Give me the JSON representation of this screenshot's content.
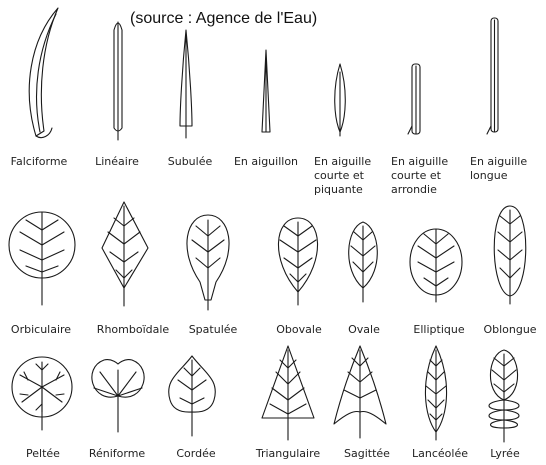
{
  "source_note": "(source : Agence de l'Eau)",
  "leaves": [
    {
      "id": "falciforme",
      "label": [
        "Falciforme"
      ]
    },
    {
      "id": "lineaire",
      "label": [
        "Linéaire"
      ]
    },
    {
      "id": "subulee",
      "label": [
        "Subulée"
      ]
    },
    {
      "id": "en-aiguillon",
      "label": [
        "En aiguillon"
      ]
    },
    {
      "id": "aiguille-courte-piquante",
      "label": [
        "En aiguille",
        "courte et",
        "piquante"
      ]
    },
    {
      "id": "aiguille-courte-arrondie",
      "label": [
        "En aiguille",
        "courte et",
        "arrondie"
      ]
    },
    {
      "id": "aiguille-longue",
      "label": [
        "En aiguille",
        "longue"
      ]
    },
    {
      "id": "orbiculaire",
      "label": [
        "Orbiculaire"
      ]
    },
    {
      "id": "rhomboidale",
      "label": [
        "Rhomboïdale"
      ]
    },
    {
      "id": "spatulee",
      "label": [
        "Spatulée"
      ]
    },
    {
      "id": "obovale",
      "label": [
        "Obovale"
      ]
    },
    {
      "id": "ovale",
      "label": [
        "Ovale"
      ]
    },
    {
      "id": "elliptique",
      "label": [
        "Elliptique"
      ]
    },
    {
      "id": "oblongue",
      "label": [
        "Oblongue"
      ]
    },
    {
      "id": "peltee",
      "label": [
        "Peltée"
      ]
    },
    {
      "id": "reniforme",
      "label": [
        "Réniforme"
      ]
    },
    {
      "id": "cordee",
      "label": [
        "Cordée"
      ]
    },
    {
      "id": "triangulaire",
      "label": [
        "Triangulaire"
      ]
    },
    {
      "id": "sagittee",
      "label": [
        "Sagittée"
      ]
    },
    {
      "id": "lanceolee",
      "label": [
        "Lancéolée"
      ]
    },
    {
      "id": "lyree",
      "label": [
        "Lyrée"
      ]
    }
  ],
  "colors": {
    "stroke": "#1a1a1a",
    "background": "#ffffff"
  }
}
